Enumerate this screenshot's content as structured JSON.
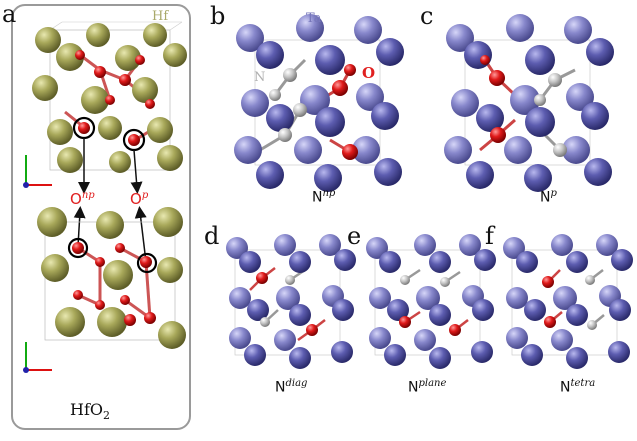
{
  "panel_labels": {
    "a": "a",
    "b": "b",
    "c": "c",
    "d": "d",
    "e": "e",
    "f": "f"
  },
  "element_labels": {
    "hf": "Hf",
    "ta": "Ta",
    "n": "N",
    "o": "O"
  },
  "captions": {
    "hfo2_main": "HfO",
    "hfo2_sub": "2",
    "b_base": "N",
    "b_sup": "np",
    "c_base": "N",
    "c_sup": "p",
    "d_base": "N",
    "d_sup": "diag",
    "e_base": "N",
    "e_sup": "plane",
    "f_base": "N",
    "f_sup": "tetra",
    "o_np_base": "O",
    "o_np_sup": "np",
    "o_p_base": "O",
    "o_p_sup": "p"
  },
  "colors": {
    "hf": "#9b9b4f",
    "ta": "#5b5ba6",
    "ta_light": "#7b7bc2",
    "n": "#c0c0c0",
    "o": "#e01a1a",
    "hf_label": "#a9a96a",
    "ta_label": "#7777bb",
    "o_label": "#e02020",
    "frame": "#9a9a9a"
  }
}
